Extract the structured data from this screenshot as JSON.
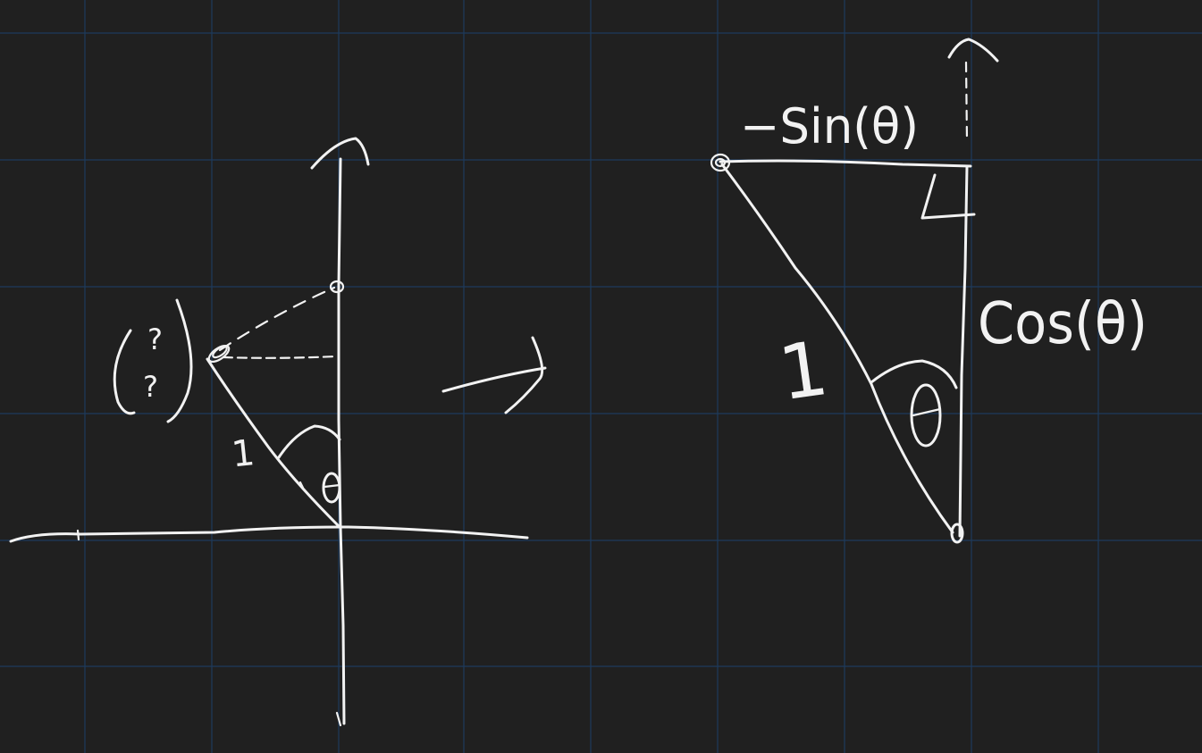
{
  "colors": {
    "background": "#202020",
    "grid": "#1d3a5c",
    "ink": "#f2f2f2"
  },
  "left_diagram": {
    "unknown_point_top": "?",
    "unknown_point_bottom": "?",
    "radius_label": "1",
    "angle_label": "θ"
  },
  "transition_arrow": {
    "icon": "arrow-right-icon"
  },
  "right_diagram": {
    "top_side_label": "−Sin(θ)",
    "right_side_label": "Cos(θ)",
    "hypotenuse_label": "1",
    "angle_label": "θ"
  }
}
